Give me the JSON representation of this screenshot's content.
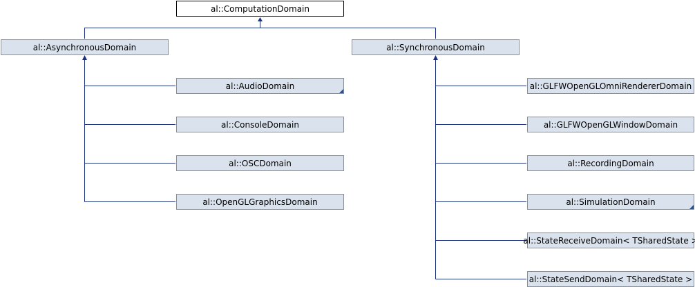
{
  "root": {
    "label": "al::ComputationDomain"
  },
  "async_parent": {
    "label": "al::AsynchronousDomain"
  },
  "sync_parent": {
    "label": "al::SynchronousDomain"
  },
  "async_children": [
    {
      "label": "al::AudioDomain",
      "has_more": true
    },
    {
      "label": "al::ConsoleDomain",
      "has_more": false
    },
    {
      "label": "al::OSCDomain",
      "has_more": false
    },
    {
      "label": "al::OpenGLGraphicsDomain",
      "has_more": false
    }
  ],
  "sync_children": [
    {
      "label": "al::GLFWOpenGLOmniRendererDomain",
      "has_more": false
    },
    {
      "label": "al::GLFWOpenGLWindowDomain",
      "has_more": false
    },
    {
      "label": "al::RecordingDomain",
      "has_more": false
    },
    {
      "label": "al::SimulationDomain",
      "has_more": true
    },
    {
      "label": "al::StateReceiveDomain< TSharedState >",
      "has_more": false
    },
    {
      "label": "al::StateSendDomain< TSharedState >",
      "has_more": false
    }
  ],
  "colors": {
    "edge": "#1b2f7a",
    "node_fill": "#d9e2ed",
    "node_border": "#868da1",
    "fold_marker": "#2b4f8c"
  }
}
